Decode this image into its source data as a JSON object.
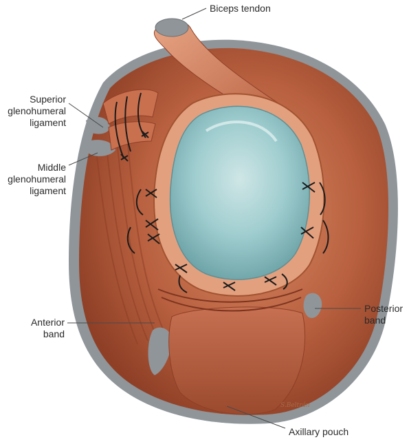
{
  "labels": {
    "biceps_tendon": "Biceps tendon",
    "superior_line1": "Superior",
    "superior_line2": "glenohumeral",
    "superior_line3": "ligament",
    "middle_line1": "Middle",
    "middle_line2": "glenohumeral",
    "middle_line3": "ligament",
    "posterior_line1": "Posterior",
    "posterior_line2": "band",
    "anterior_line1": "Anterior",
    "anterior_line2": "band",
    "axillary_pouch": "Axillary pouch"
  },
  "signature": "S.Beltrán",
  "colors": {
    "capsule": "#b8603f",
    "capsule_dark": "#8e3f26",
    "capsule_light": "#d98a66",
    "rim": "#8f9599",
    "glenoid": "#8fc3c6",
    "glenoid_light": "#cfe6e6",
    "suture": "#1b1b1b"
  }
}
